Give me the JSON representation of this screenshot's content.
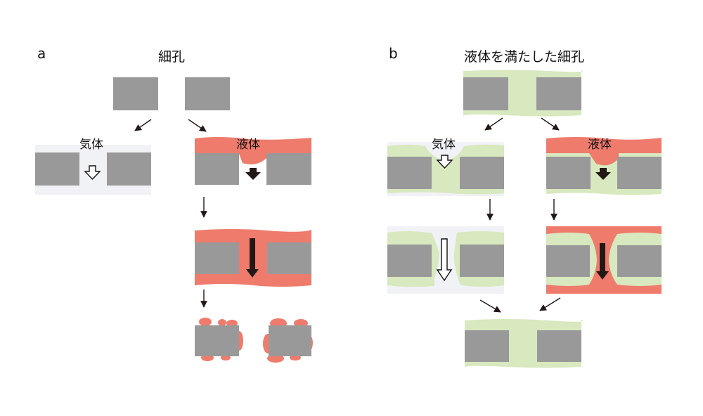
{
  "panel_a": {
    "letter": "a",
    "title": "細孔",
    "gas_label": "気体",
    "liquid_label": "液体"
  },
  "panel_b": {
    "letter": "b",
    "title": "液体を満たした細孔",
    "gas_label": "気体",
    "liquid_label": "液体"
  },
  "colors": {
    "solid": "#999999",
    "liquid": "#ef7b6c",
    "fill_liquid": "#d8e8bf",
    "arrow": "#231815",
    "gas_bg": "#f1f2f6"
  }
}
